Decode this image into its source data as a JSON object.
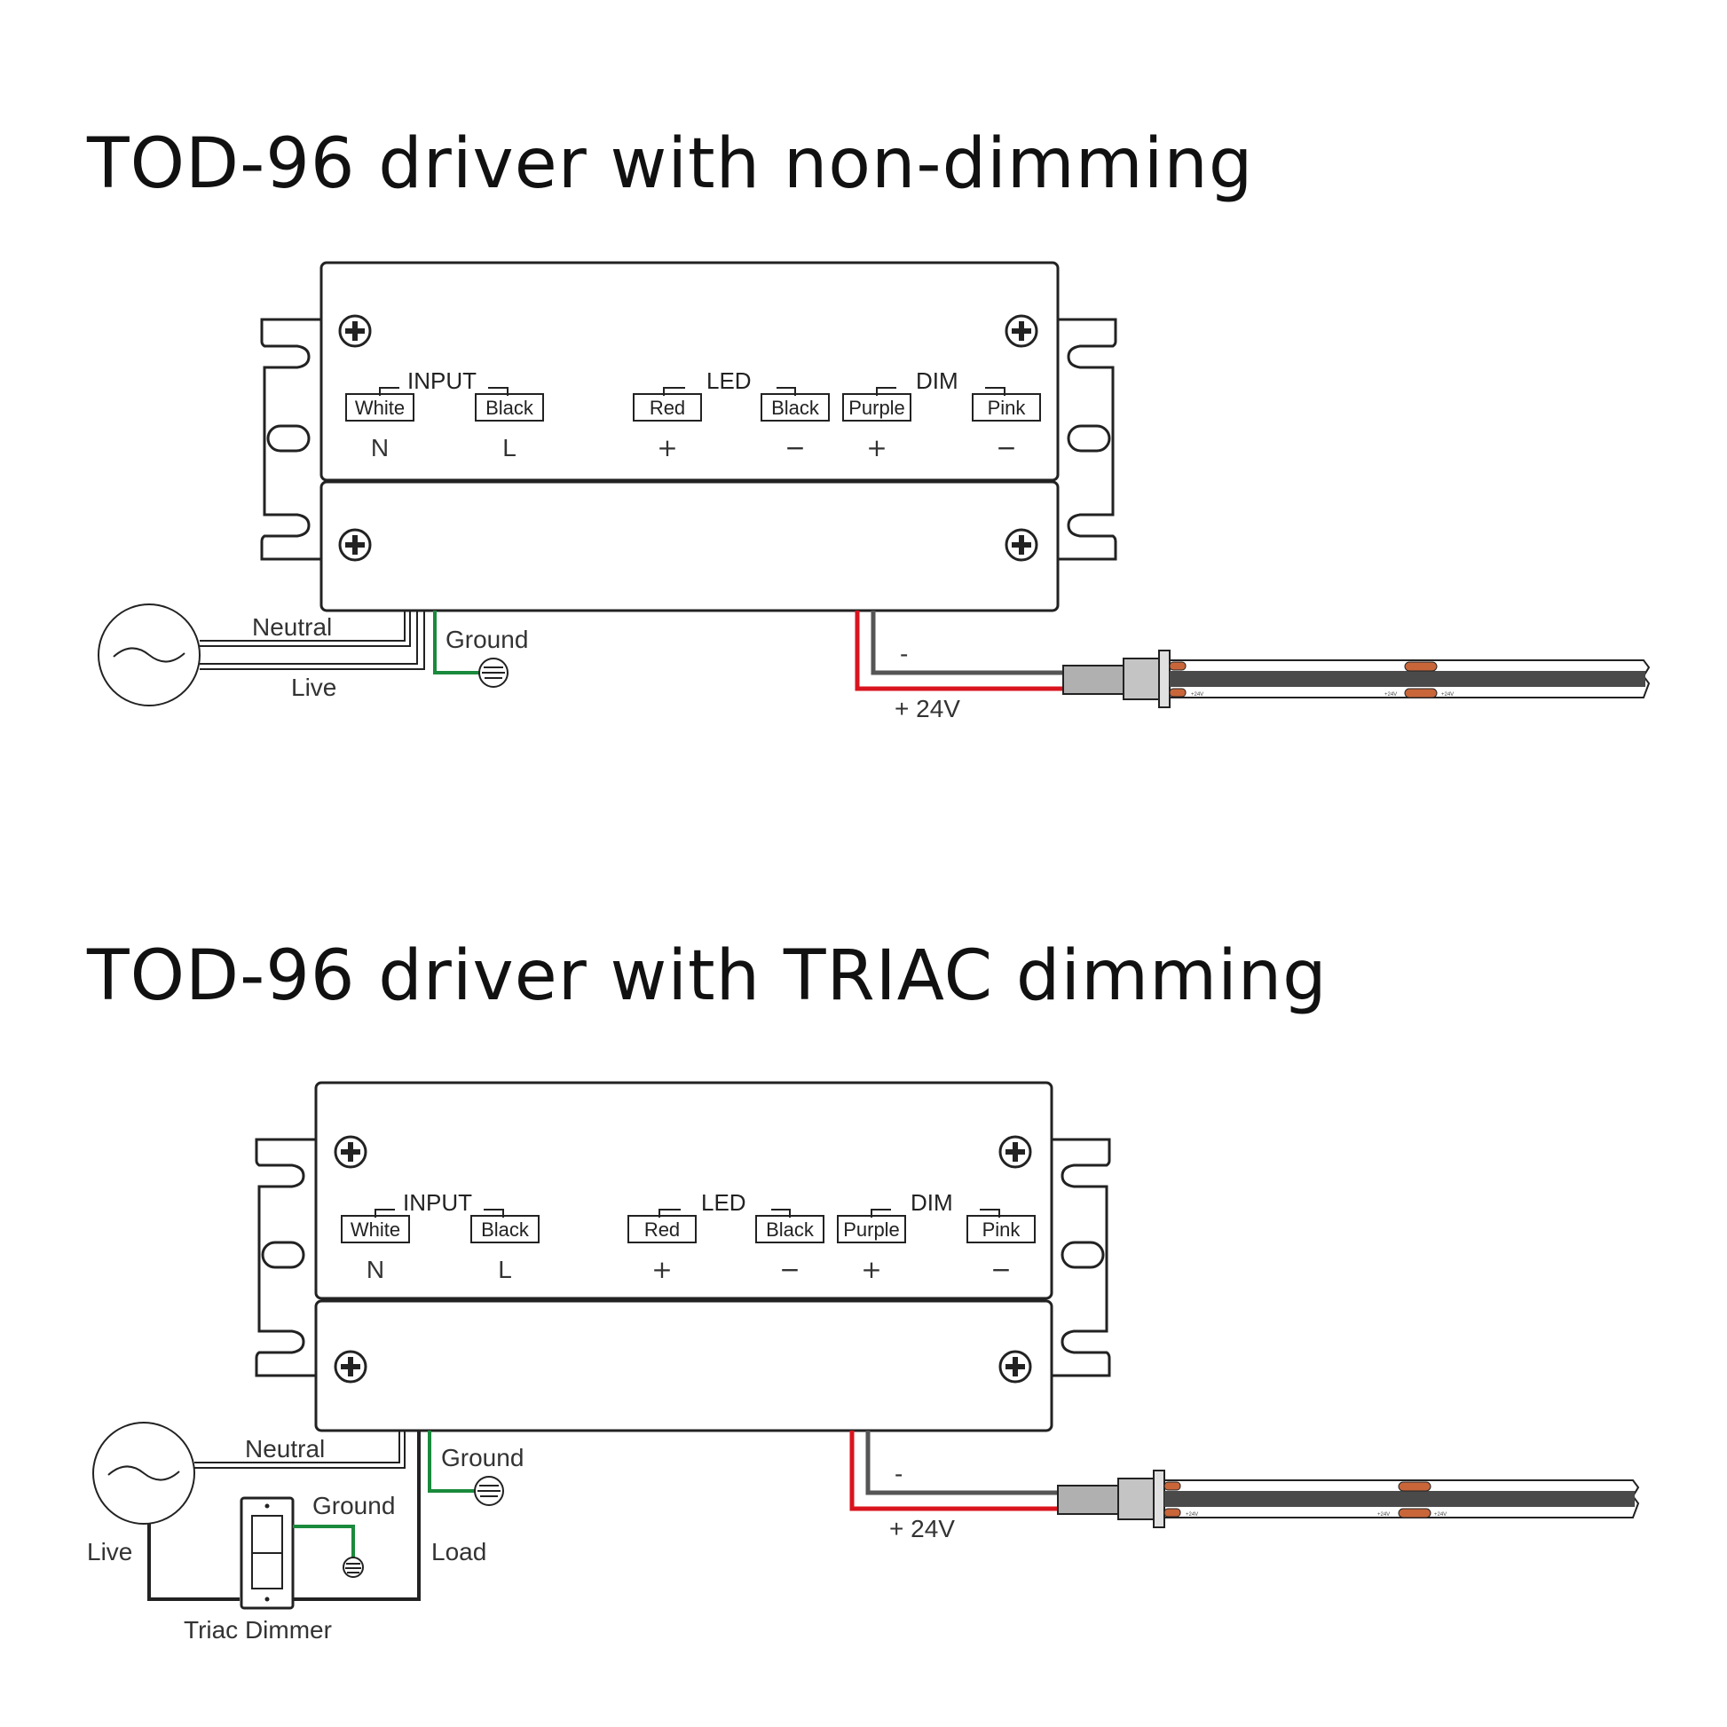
{
  "sections": [
    {
      "title": "TOD-96 driver with non-dimming",
      "driver": {
        "groups": {
          "input": "INPUT",
          "led": "LED",
          "dim": "DIM"
        },
        "terminals": [
          {
            "wire": "White",
            "pole": "N"
          },
          {
            "wire": "Black",
            "pole": "L"
          },
          {
            "wire": "Red",
            "pole": "+"
          },
          {
            "wire": "Black",
            "pole": "−"
          },
          {
            "wire": "Purple",
            "pole": "+"
          },
          {
            "wire": "Pink",
            "pole": "−"
          }
        ]
      },
      "wiring": {
        "neutral": "Neutral",
        "live": "Live",
        "ground": "Ground",
        "negative": "-",
        "positive": "+ 24V"
      },
      "strip_label": "+24V"
    },
    {
      "title": "TOD-96 driver with TRIAC dimming",
      "driver": {
        "groups": {
          "input": "INPUT",
          "led": "LED",
          "dim": "DIM"
        },
        "terminals": [
          {
            "wire": "White",
            "pole": "N"
          },
          {
            "wire": "Black",
            "pole": "L"
          },
          {
            "wire": "Red",
            "pole": "+"
          },
          {
            "wire": "Black",
            "pole": "−"
          },
          {
            "wire": "Purple",
            "pole": "+"
          },
          {
            "wire": "Pink",
            "pole": "−"
          }
        ]
      },
      "wiring": {
        "neutral": "Neutral",
        "live": "Live",
        "ground": "Ground",
        "dimmer_ground": "Ground",
        "load": "Load",
        "dimmer": "Triac Dimmer",
        "negative": "-",
        "positive": "+ 24V"
      },
      "strip_label": "+24V"
    }
  ],
  "colors": {
    "outline": "#222222",
    "ground_wire": "#1a8a3c",
    "positive_wire": "#d9141e",
    "negative_wire": "#555555",
    "strip_body": "#4a4a4a",
    "led_chip": "#c8663a",
    "connector": "#b0b0b0"
  }
}
